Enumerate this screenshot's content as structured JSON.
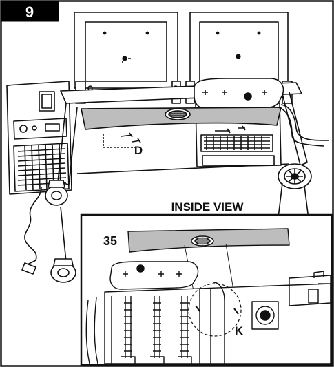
{
  "step": {
    "number": "9"
  },
  "labels": {
    "part_d": "D",
    "inset_title": "INSIDE VIEW",
    "part_35": "35",
    "part_k": "K"
  },
  "colors": {
    "line": "#111111",
    "panel_fill": "#bdbdbd",
    "badge": "#000000"
  }
}
